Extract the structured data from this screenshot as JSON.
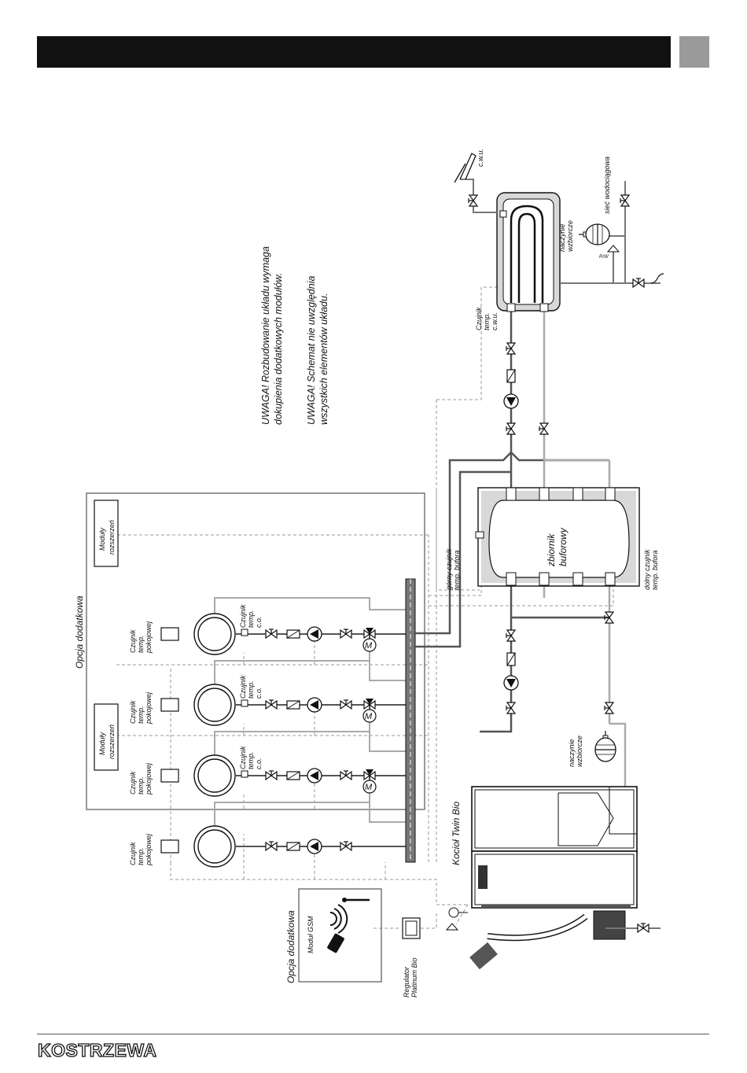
{
  "brand": {
    "logo_text": "KOSTRZEWA"
  },
  "notes": {
    "note1_line1": "UWAGA! Rozbudowanie układu wymaga",
    "note1_line2": "dokupienia dodatkowych modułów.",
    "note2_line1": "UWAGA! Schemat nie uwzględnia",
    "note2_line2": "wszystkich elementów układu."
  },
  "labels": {
    "opcja_dodatkowa_top": "Opcja dodatkowa",
    "opcja_dodatkowa_gsm": "Opcja dodatkowa",
    "modul_gsm": "Moduł GSM",
    "moduly_rozszerzen_1_a": "Moduły",
    "moduly_rozszerzen_1_b": "rozszerzeń",
    "moduly_rozszerzen_2_a": "Moduły",
    "moduly_rozszerzen_2_b": "rozszerzeń",
    "czujnik": "Czujnik",
    "temp": "temp.",
    "pokojowej": "pokojowej",
    "co": "c.o.",
    "cwu": "c.w.u.",
    "kociol": "Kocioł Twin Bio",
    "regulator_a": "Regulator",
    "regulator_b": "Platinum Bio",
    "zbiornik_a": "zbiornik",
    "zbiornik_b": "buforowy",
    "gorny_a": "górny czujnik",
    "gorny_b": "temp. bufora",
    "dolny_a": "dolny czujnik",
    "dolny_b": "temp. bufora",
    "naczynie_a": "naczynie",
    "naczynie_b": "wzbiorcze",
    "siec": "sieć wodociągowa",
    "motor": "M"
  }
}
